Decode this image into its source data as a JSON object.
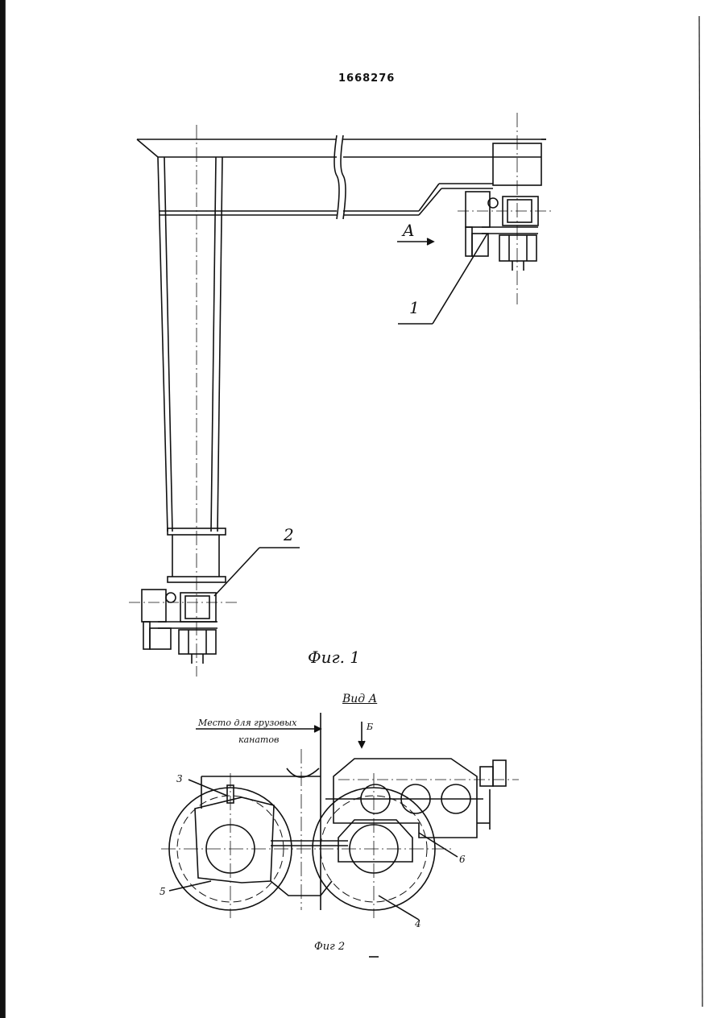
{
  "document": {
    "number": "1668276"
  },
  "figure1": {
    "caption": "Фиг. 1",
    "labels": {
      "item1": "1",
      "item2": "2",
      "view_arrow": "A"
    }
  },
  "figure2": {
    "view_title": "Вид А",
    "rope_place_line1": "Место для грузовых",
    "rope_place_line2": "канатов",
    "arrow_mark": "Б",
    "caption": "Фиг 2",
    "labels": {
      "item3": "3",
      "item4": "4",
      "item5": "5",
      "item6": "6"
    }
  }
}
